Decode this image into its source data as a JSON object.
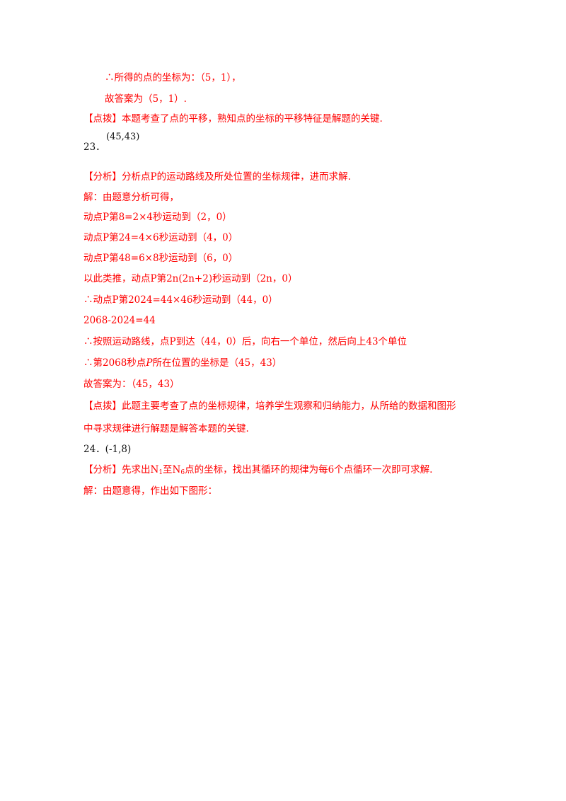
{
  "lines": {
    "l1": "∴所得的点的坐标为：（5，1），",
    "l2": "故答案为（5，1）.",
    "l3_tag": "【点拨】",
    "l3_text": "本题考查了点的平移，熟知点的坐标的平移特征是解题的关键.",
    "q23_answer": "(45,43)",
    "q23_num": "23．",
    "a1_tag": "【分析】",
    "a1_text": "分析点P的运动路线及所处位置的坐标规律，进而求解.",
    "a2": "解：由题意分析可得，",
    "a3": "动点P第8=2×4秒运动到（2，0）",
    "a4": "动点P第24=4×6秒运动到（4，0）",
    "a5": "动点P第48=6×8秒运动到（6，0）",
    "a6": "以此类推，动点P第2n(2n+2)秒运动到（2n，0）",
    "a7": "∴动点P第2024=44×46秒运动到（44，0）",
    "a8": "2068-2024=44",
    "a9": "∴按照运动路线，点P到达（44，0）后，向右一个单位，然后向上43个单位",
    "a10_pre": "∴第2068秒点",
    "a10_p": "P",
    "a10_post": "所在位置的坐标是（45，43）",
    "a11": "故答案为：（45，43）",
    "a12_tag": "【点拨】",
    "a12_text": "此题主要考查了点的坐标规律，培养学生观察和归纳能力，从所给的数据和图形",
    "a13": "中寻求规律进行解题是解答本题的关键.",
    "q24": "24．(-1,8)",
    "b1_tag": "【分析】",
    "b1_pre": "先求出N",
    "b1_sub1": "1",
    "b1_mid": "至N",
    "b1_sub2": "6",
    "b1_post": "点的坐标，找出其循环的规律为每6个点循环一次即可求解.",
    "b2": "解：由题意得，作出如下图形："
  }
}
